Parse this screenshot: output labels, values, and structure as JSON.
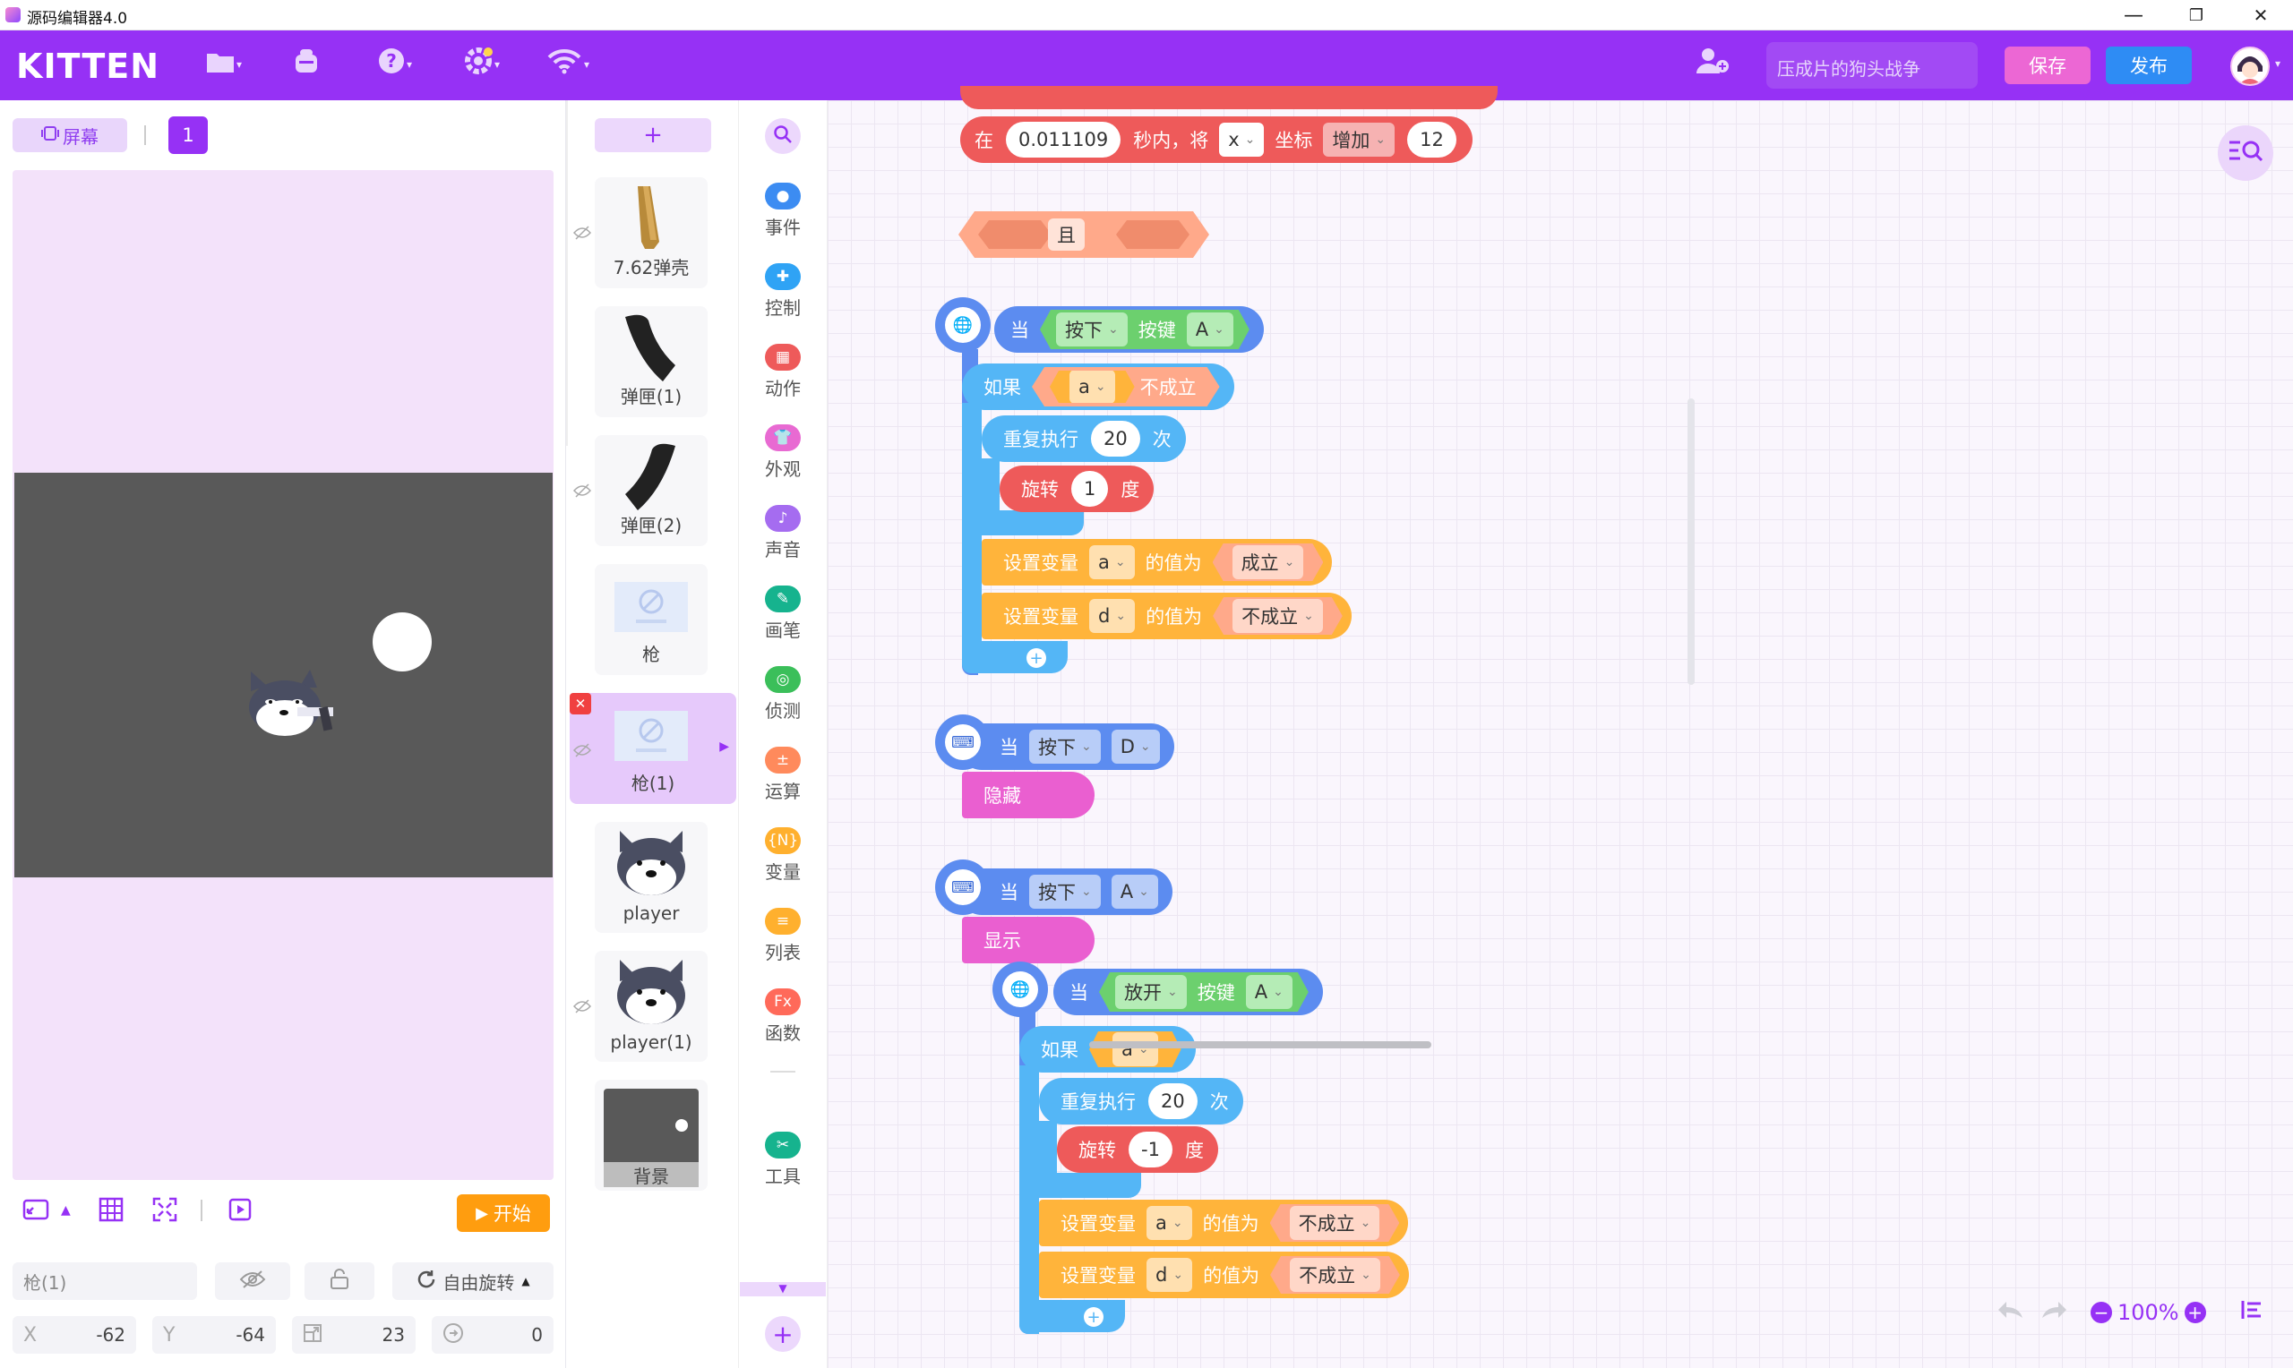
{
  "window": {
    "title": "源码编辑器4.0",
    "minimize": "—",
    "restore": "❐",
    "close": "✕"
  },
  "topbar": {
    "logo": "KITTEN",
    "search_placeholder": "压成片的狗头战争",
    "save_label": "保存",
    "publish_label": "发布"
  },
  "stage": {
    "screen_label": "屏幕",
    "page_number": "1",
    "start_label": "开始",
    "sprite_name": "枪(1)",
    "rotation_mode": "自由旋转",
    "x_label": "X",
    "x_value": "-62",
    "y_label": "Y",
    "y_value": "-64",
    "size_value": "23",
    "direction_value": "0"
  },
  "sprites": {
    "add_label": "+",
    "items": [
      {
        "label": "7.62弹壳"
      },
      {
        "label": "弹匣(1)"
      },
      {
        "label": "弹匣(2)"
      },
      {
        "label": "枪"
      },
      {
        "label": "枪(1)"
      },
      {
        "label": "player"
      },
      {
        "label": "player(1)"
      },
      {
        "label": "背景"
      }
    ]
  },
  "categories": [
    {
      "label": "事件",
      "color": "#3c8cf2"
    },
    {
      "label": "控制",
      "color": "#2fa3f5"
    },
    {
      "label": "动作",
      "color": "#ee5a5a"
    },
    {
      "label": "外观",
      "color": "#e86ad2"
    },
    {
      "label": "声音",
      "color": "#a56cf0"
    },
    {
      "label": "画笔",
      "color": "#16b38e"
    },
    {
      "label": "侦测",
      "color": "#3bbf5a"
    },
    {
      "label": "运算",
      "color": "#ff8a5c"
    },
    {
      "label": "变量",
      "color": "#ffb02e"
    },
    {
      "label": "列表",
      "color": "#ffb02e"
    },
    {
      "label": "函数",
      "color": "#ff6a5a"
    },
    {
      "label": "工具",
      "color": "#16b38e"
    }
  ],
  "blocks": {
    "move": {
      "at": "在",
      "seconds": "0.011109",
      "within": "秒内，将",
      "axis": "x",
      "coord": "坐标",
      "op": "增加",
      "amount": "12"
    },
    "and": "且",
    "s1": {
      "when": "当",
      "press": "按下",
      "key": "按键",
      "keyval": "A",
      "if": "如果",
      "var": "a",
      "notset": "不成立",
      "repeat": "重复执行",
      "times": "20",
      "times_unit": "次",
      "rotate": "旋转",
      "deg": "1",
      "deg_unit": "度",
      "setvar": "设置变量",
      "var_a": "a",
      "valueof": "的值为",
      "val1": "成立",
      "var_d": "d",
      "val2": "不成立"
    },
    "s2": {
      "when": "当",
      "press": "按下",
      "key": "D",
      "action": "隐藏"
    },
    "s3": {
      "when": "当",
      "press": "按下",
      "key": "A",
      "action": "显示"
    },
    "s4": {
      "when": "当",
      "release": "放开",
      "key": "按键",
      "keyval": "A",
      "if": "如果",
      "var": "a",
      "repeat": "重复执行",
      "times": "20",
      "times_unit": "次",
      "rotate": "旋转",
      "deg": "-1",
      "deg_unit": "度",
      "setvar": "设置变量",
      "var_a": "a",
      "valueof": "的值为",
      "val1": "不成立",
      "var_d": "d",
      "val2": "不成立"
    }
  },
  "zoom": {
    "level": "100%"
  },
  "icons": [
    "folder-icon",
    "robot-icon",
    "help-icon",
    "settings-icon",
    "wifi-icon",
    "add-user-icon",
    "search-icon",
    "undo-icon",
    "redo-icon",
    "zoom-out-icon",
    "zoom-in-icon",
    "align-icon",
    "eye-hidden-icon",
    "lock-icon",
    "rotate-icon"
  ]
}
